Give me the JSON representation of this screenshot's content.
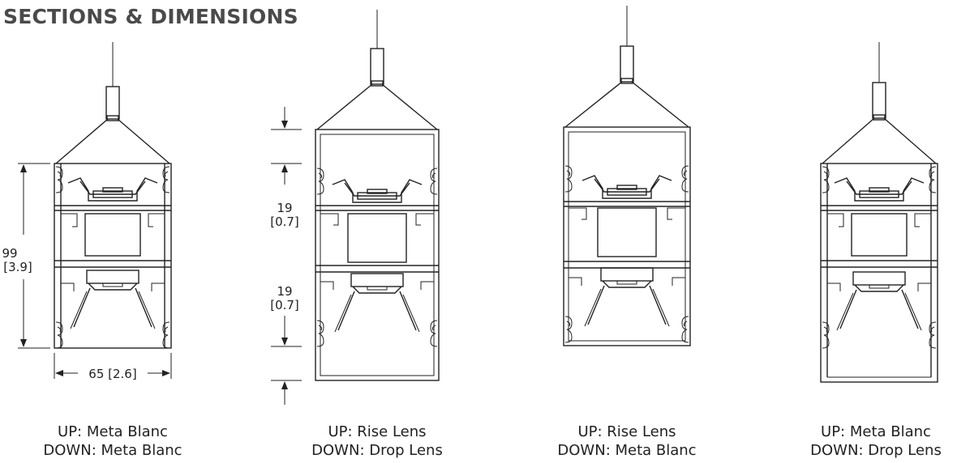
{
  "title": "SECTIONS & DIMENSIONS",
  "dimensions": {
    "height_value": "99",
    "height_sub": "[3.9]",
    "width_label": "65 [2.6]",
    "offset_top_value": "19",
    "offset_top_sub": "[0.7]",
    "offset_bottom_value": "19",
    "offset_bottom_sub": "[0.7]"
  },
  "sections": [
    {
      "up": "UP: Meta Blanc",
      "down": "DOWN: Meta Blanc"
    },
    {
      "up": "UP: Rise Lens",
      "down": "DOWN: Drop Lens"
    },
    {
      "up": "UP: Rise Lens",
      "down": "DOWN: Meta Blanc"
    },
    {
      "up": "UP: Meta Blanc",
      "down": "DOWN: Drop Lens"
    }
  ]
}
